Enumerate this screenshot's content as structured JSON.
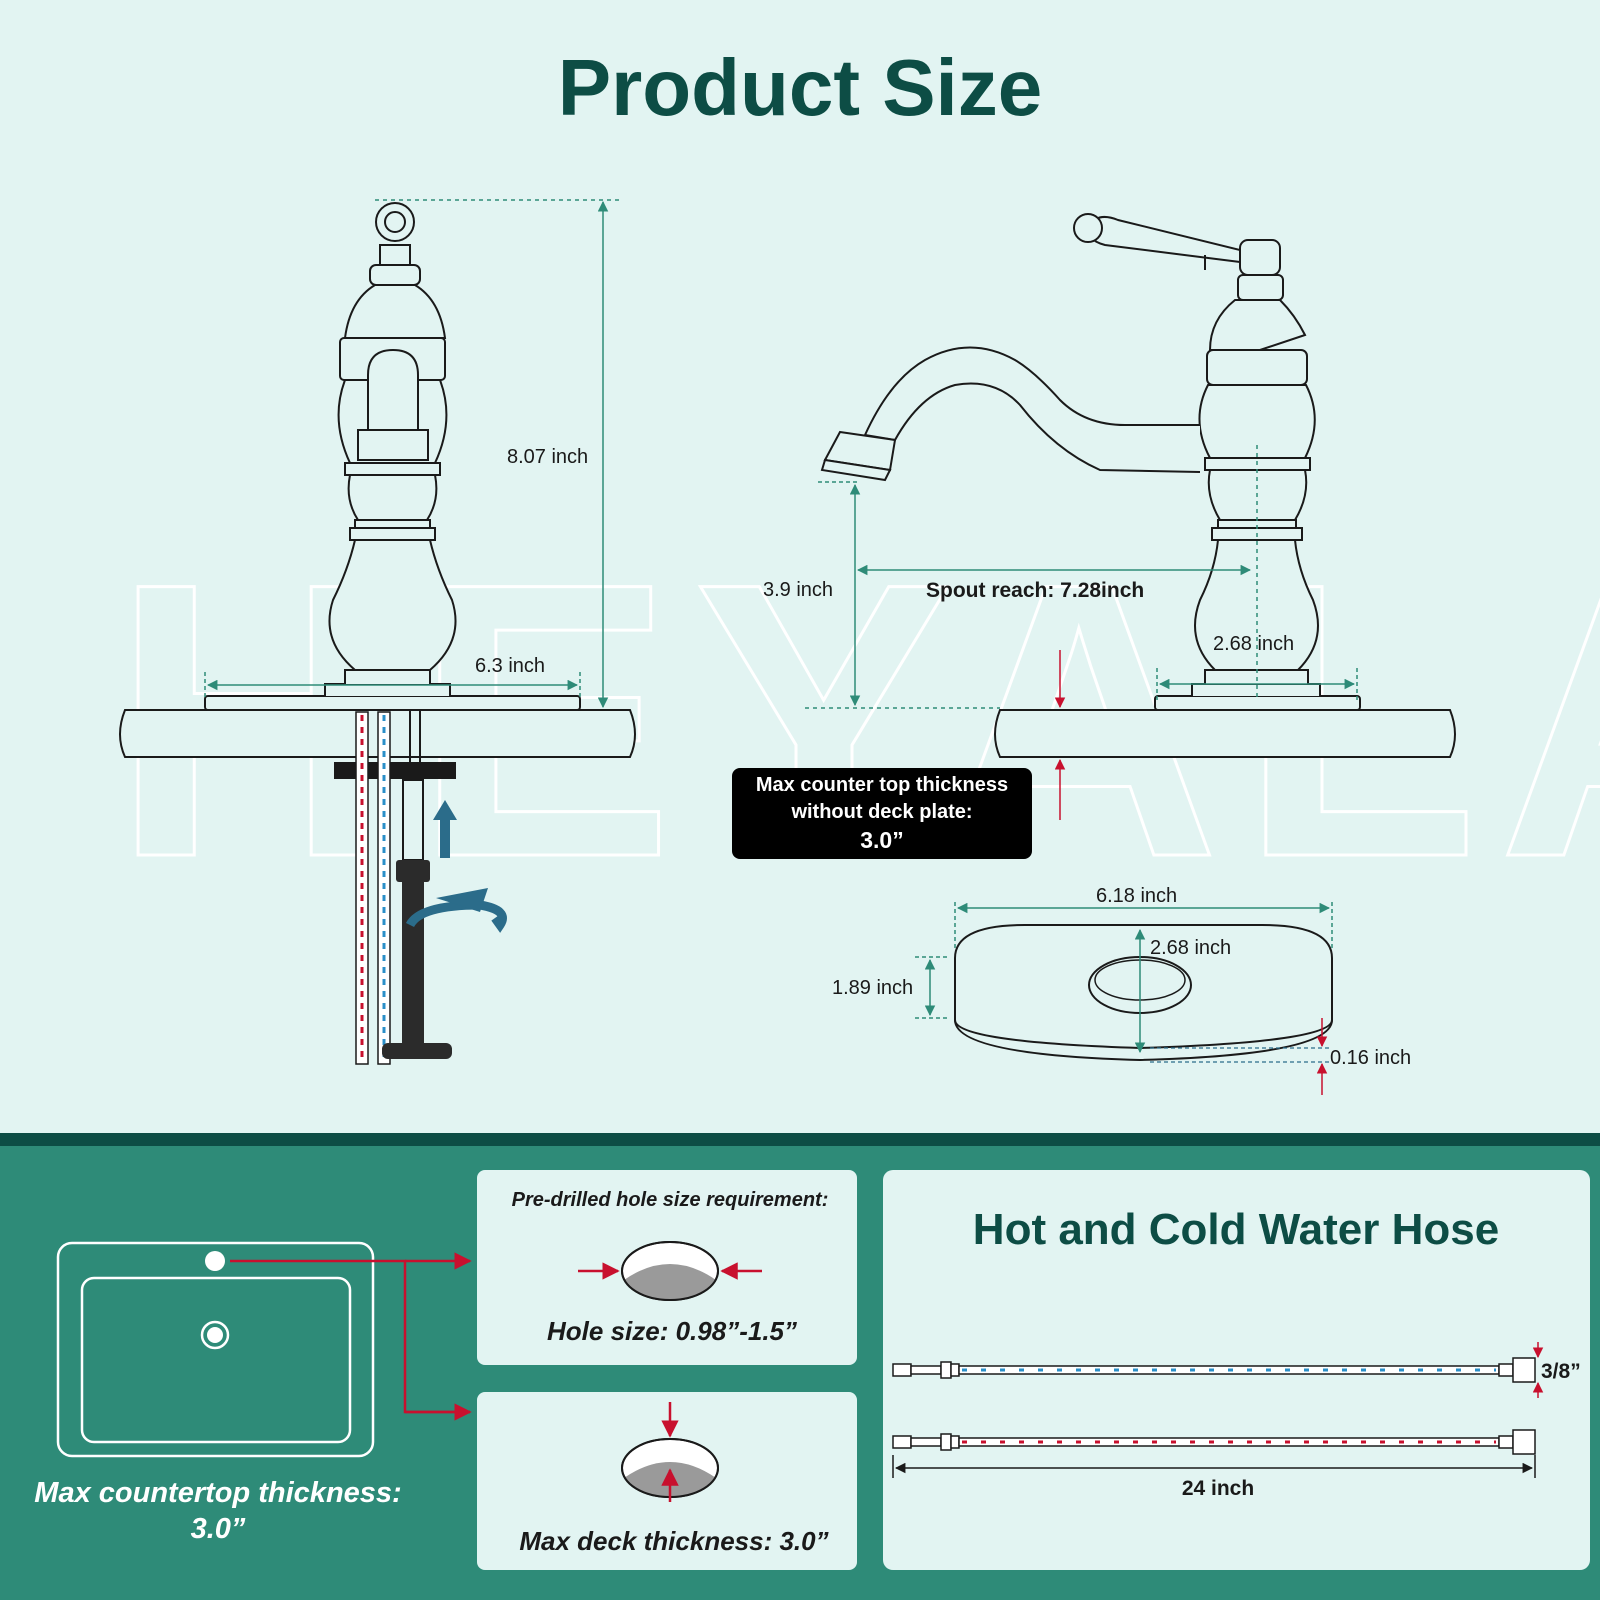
{
  "title": "Product Size",
  "watermark": "HEYALAN",
  "front_view": {
    "height_label": "8.07 inch",
    "base_width_label": "6.3 inch"
  },
  "side_view": {
    "spout_height_label": "3.9 inch",
    "spout_reach_label": "Spout reach: 7.28inch",
    "base_diameter_label": "2.68 inch"
  },
  "counter_note": {
    "line1": "Max counter top thickness",
    "line2": "without deck plate:",
    "line3": "3.0”"
  },
  "deck_plate": {
    "length_label": "6.18 inch",
    "hole_label": "2.68 inch",
    "width_label": "1.89 inch",
    "thickness_label": "0.16 inch"
  },
  "bottom": {
    "countertop_line1": "Max countertop thickness:",
    "countertop_line2": "3.0”",
    "hole_requirement_title": "Pre-drilled hole size requirement:",
    "hole_size": "Hole size: 0.98”-1.5”",
    "deck_thickness": "Max deck thickness: 3.0”",
    "hose_title": "Hot and Cold Water Hose",
    "hose_fitting_label": "3/8”",
    "hose_length_label": "24 inch"
  },
  "colors": {
    "background": "#e2f4f2",
    "title": "#0d4d45",
    "band": "#0d4d45",
    "panel": "#2e8b78",
    "dimension_line": "#2e8b78",
    "accent_red": "#c8102e",
    "arrow_blue": "#2b6c8a"
  }
}
